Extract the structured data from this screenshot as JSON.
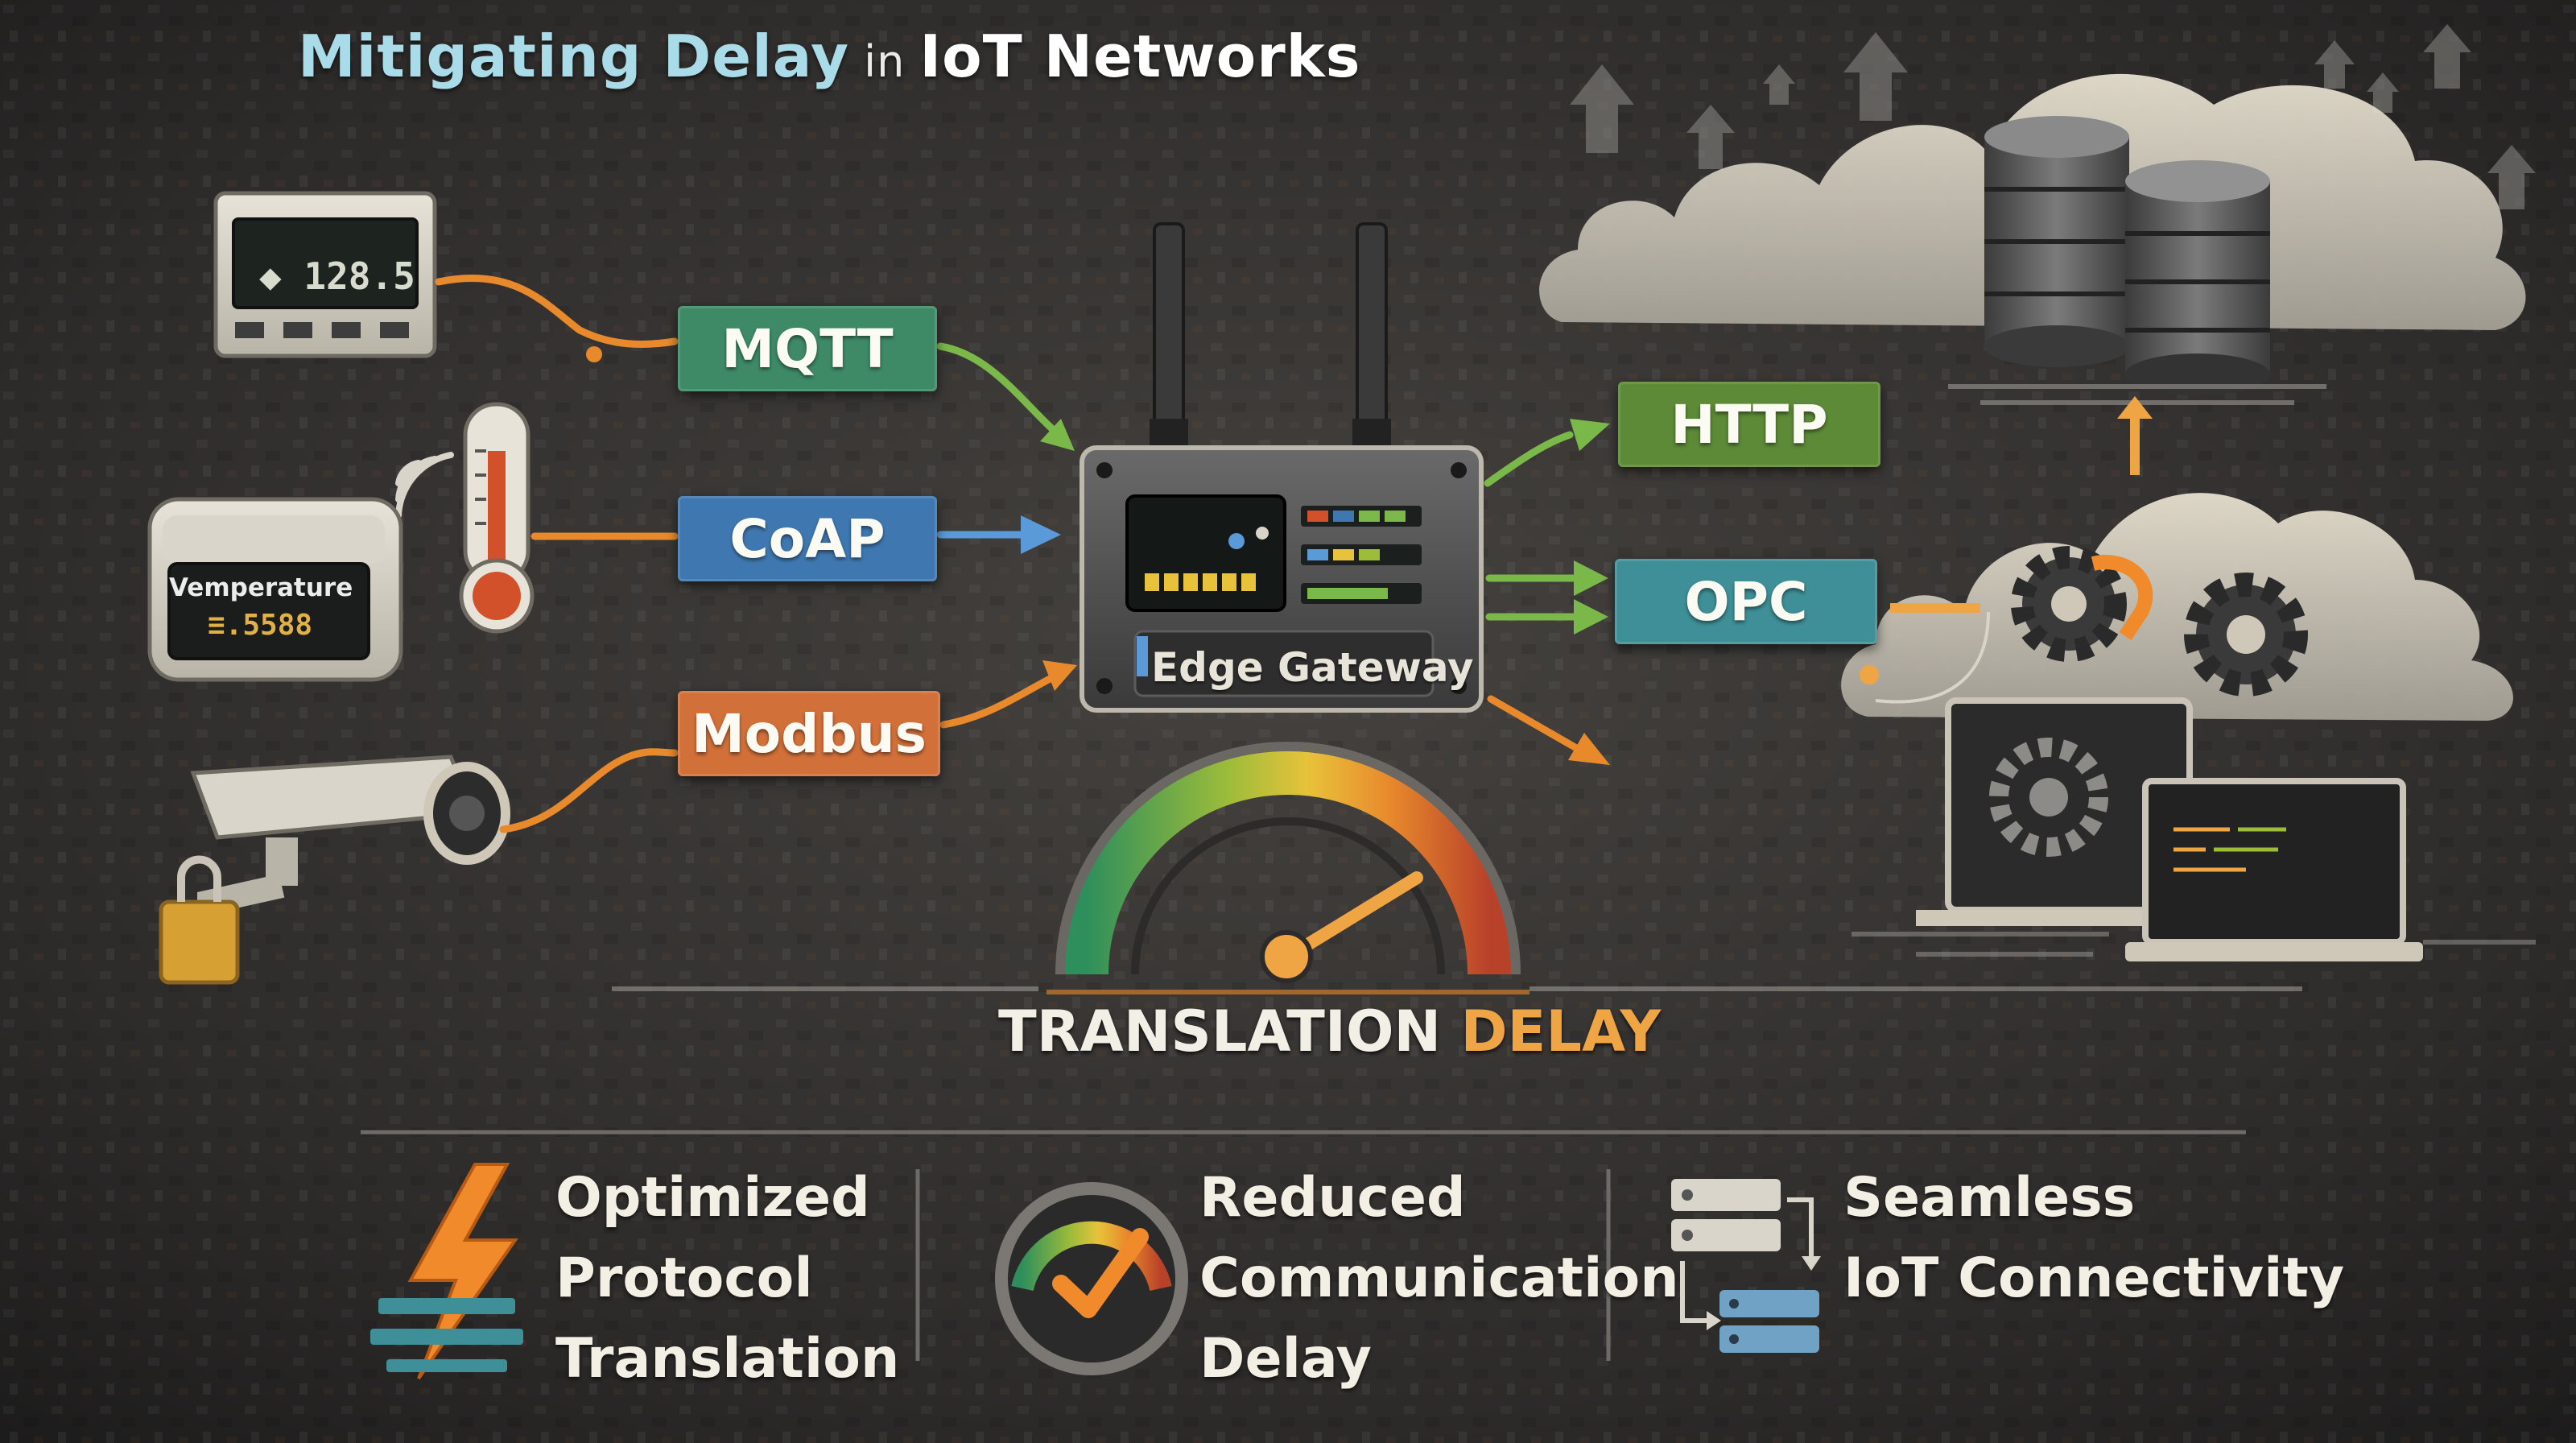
{
  "title": {
    "part1": "Mitigating Delay",
    "part2": "in",
    "part3": "IoT Networks"
  },
  "devices": {
    "meter_display": "◆ 128.5",
    "temp_label": "Vemperature",
    "temp_display": "≡.5588"
  },
  "protocols": {
    "mqtt": "MQTT",
    "coap": "CoAP",
    "modbus": "Modbus",
    "http": "HTTP",
    "opc": "OPC"
  },
  "gateway": {
    "label": "Edge Gateway"
  },
  "gauge": {
    "label_part1": "TRANSLATION",
    "label_part2": "DELAY"
  },
  "features": [
    {
      "lines": [
        "Optimized",
        "Protocol",
        "Translation"
      ]
    },
    {
      "lines": [
        "Reduced",
        "Communication",
        "Delay"
      ]
    },
    {
      "lines": [
        "Seamless",
        "IoT Connectivity"
      ]
    }
  ],
  "colors": {
    "background": "#2f2d2c",
    "title": "#a9dbe8",
    "mqtt": "#3e8a67",
    "coap": "#3f78b0",
    "modbus": "#d2703a",
    "http": "#5c8a37",
    "opc": "#3e8f97",
    "accent_orange": "#f08a2a",
    "delay_highlight": "#f0a545"
  },
  "icons": [
    "meter-device-icon",
    "wifi-icon",
    "thermometer-icon",
    "temperature-sensor-icon",
    "security-camera-icon",
    "router-antenna-icon",
    "cloud-icon",
    "database-icon",
    "upload-arrow-icon",
    "gear-icon",
    "monitor-icon",
    "laptop-icon",
    "lightning-icon",
    "speedometer-icon",
    "server-stack-icon"
  ]
}
